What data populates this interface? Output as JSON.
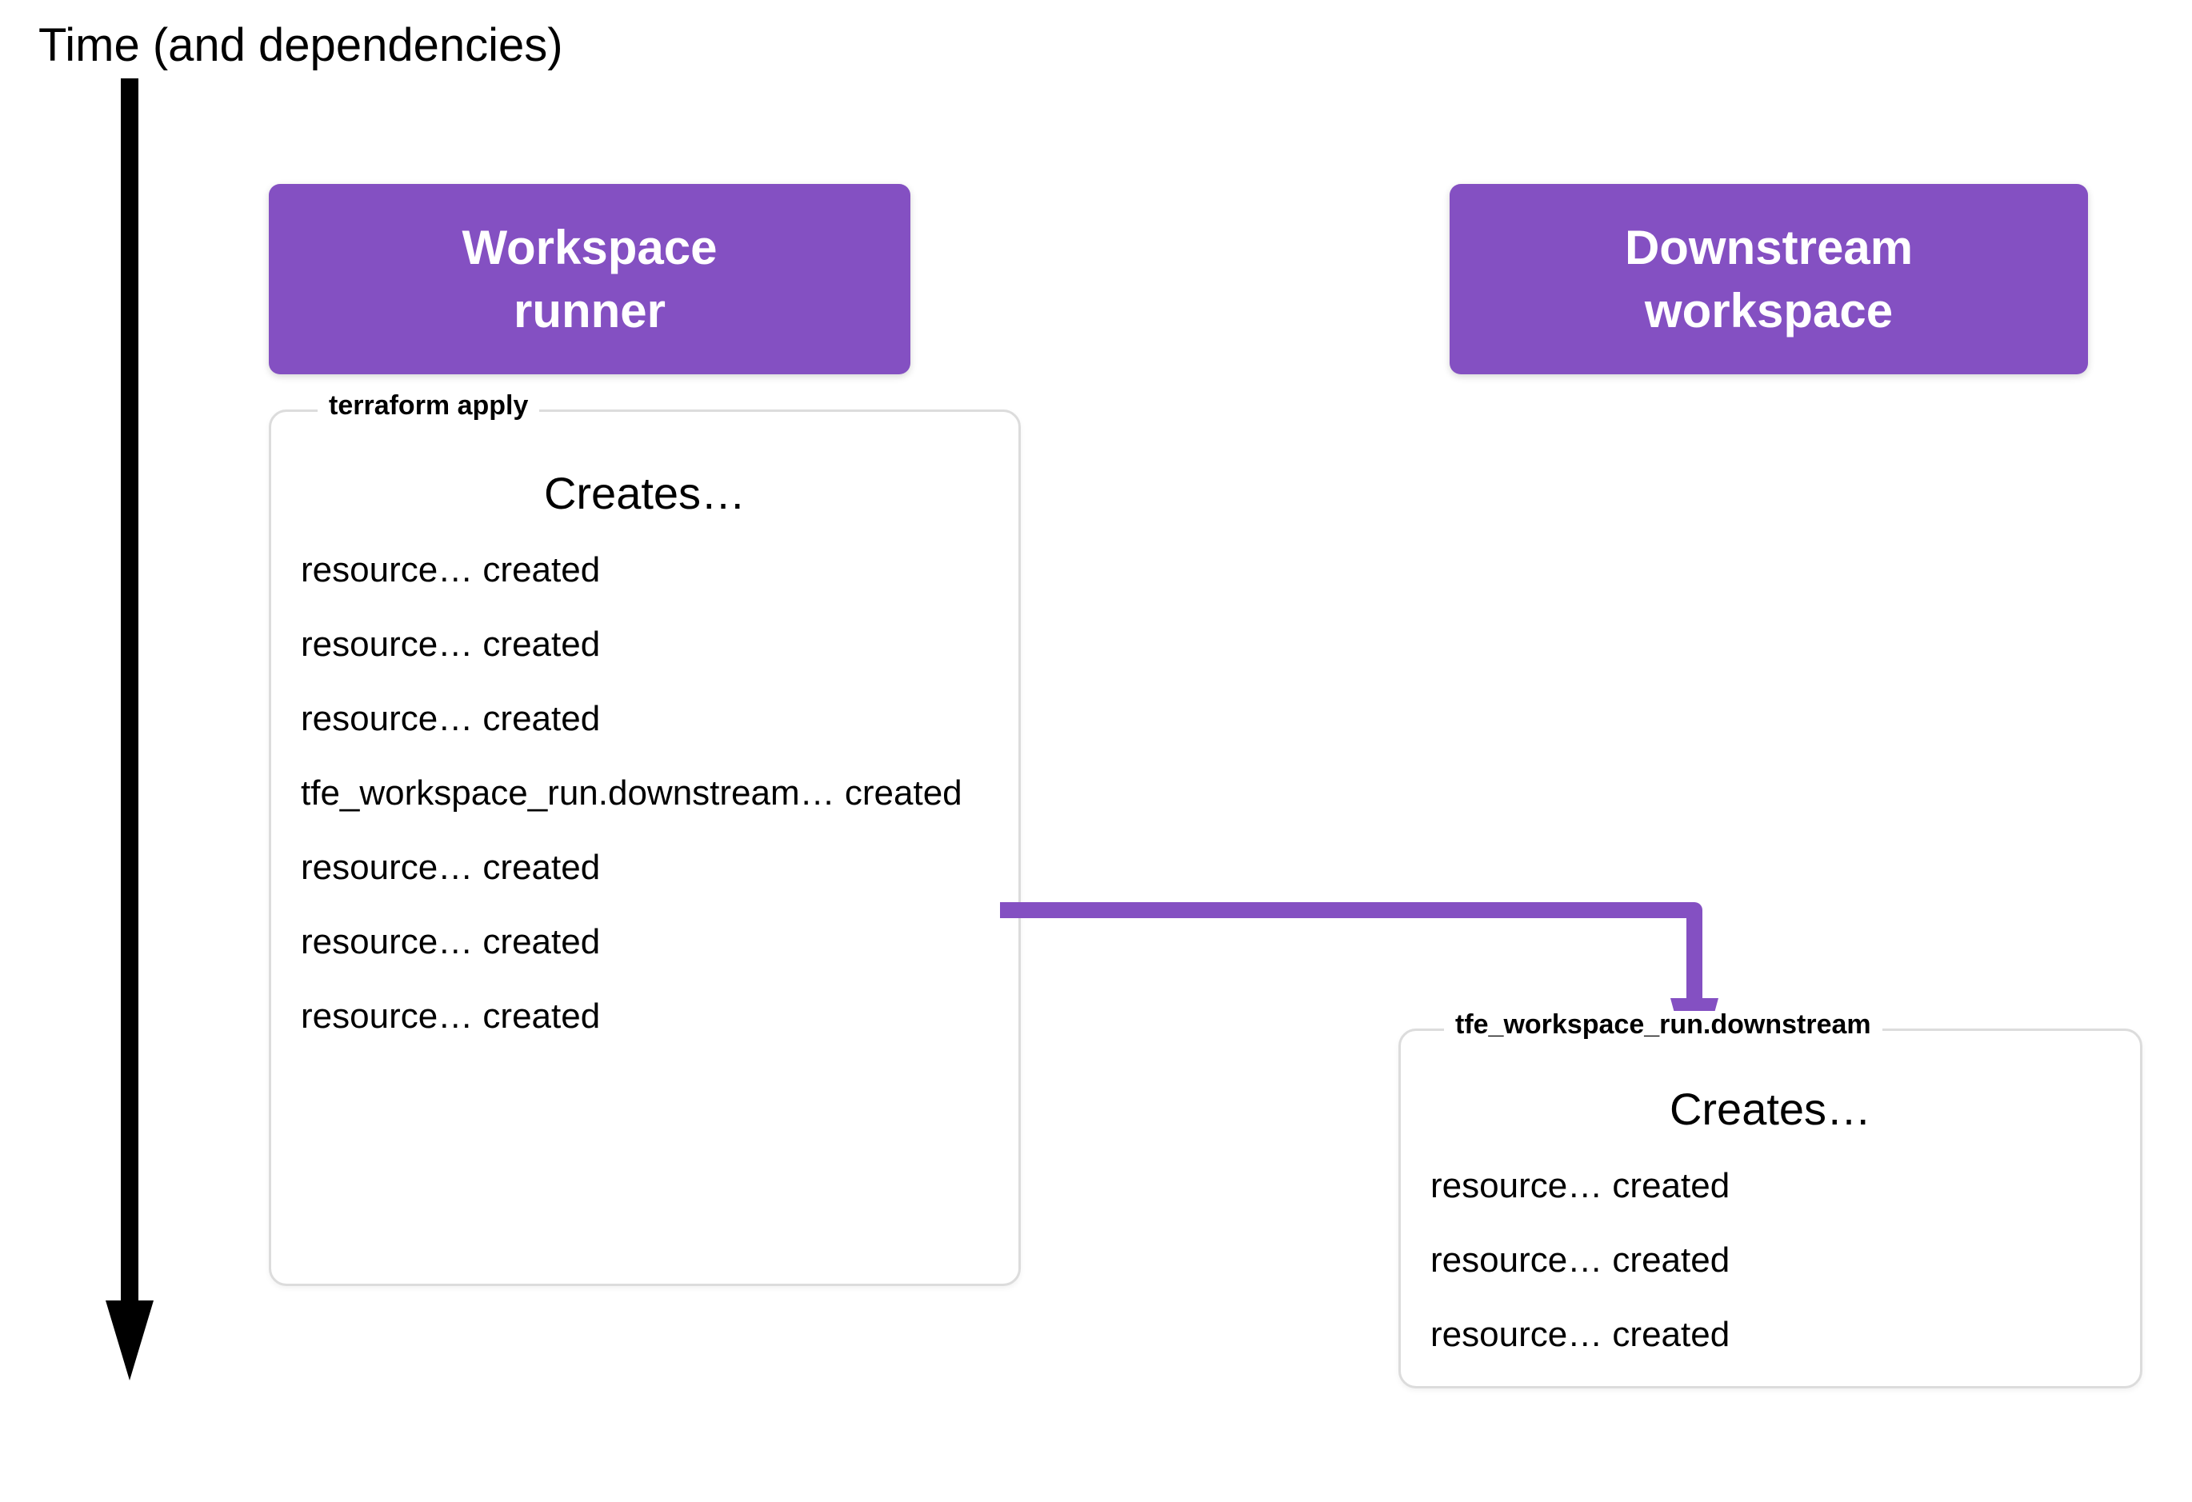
{
  "axis": {
    "label": "Time (and dependencies)",
    "direction": "down",
    "color": "#000000"
  },
  "columns": [
    {
      "id": "workspace-runner",
      "header": {
        "lines": [
          "Workspace",
          "runner"
        ],
        "color": "#8450c2",
        "text_color": "#ffffff"
      },
      "panel": {
        "legend": "terraform apply",
        "title": "Creates…",
        "items": [
          {
            "text": "resource… created",
            "highlight": false
          },
          {
            "text": "resource… created",
            "highlight": false
          },
          {
            "text": "resource… created",
            "highlight": false
          },
          {
            "text": "tfe_workspace_run.downstream… created",
            "highlight": true
          },
          {
            "text": "resource… created",
            "highlight": false
          },
          {
            "text": "resource… created",
            "highlight": false
          },
          {
            "text": "resource… created",
            "highlight": false
          }
        ]
      }
    },
    {
      "id": "downstream-workspace",
      "header": {
        "lines": [
          "Downstream",
          "workspace"
        ],
        "color": "#8450c2",
        "text_color": "#ffffff"
      },
      "panel": {
        "legend": "tfe_workspace_run.downstream",
        "title": "Creates…",
        "items": [
          {
            "text": "resource… created",
            "highlight": false
          },
          {
            "text": "resource… created",
            "highlight": false
          },
          {
            "text": "resource… created",
            "highlight": false
          }
        ]
      }
    }
  ],
  "connector": {
    "from": "tfe_workspace_run.downstream… created",
    "to": "tfe_workspace_run.downstream",
    "color": "#8450c2"
  }
}
